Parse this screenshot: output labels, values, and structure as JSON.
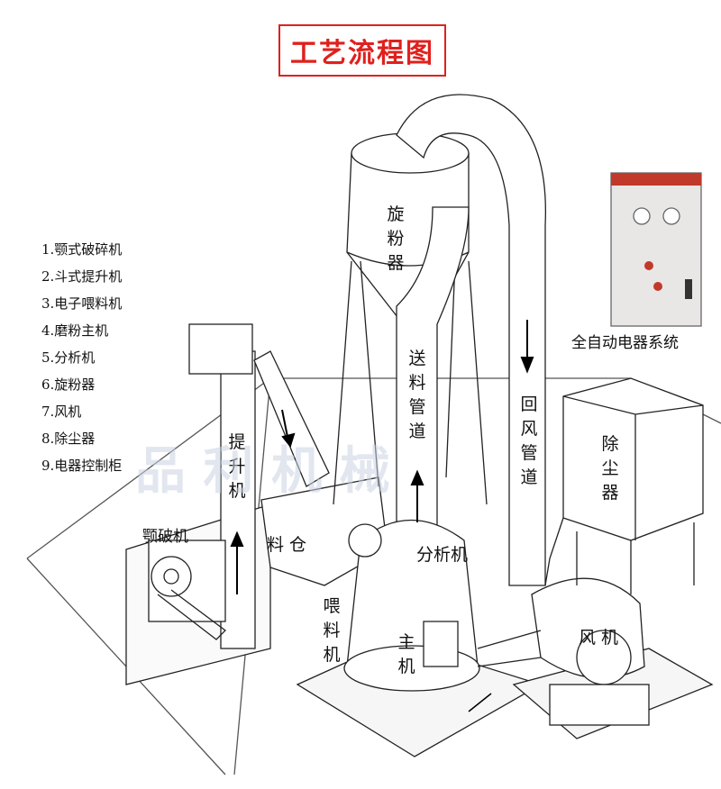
{
  "title": "工艺流程图",
  "legend": [
    "1.颚式破碎机",
    "2.斗式提升机",
    "3.电子喂料机",
    "4.磨粉主机",
    "5.分析机",
    "6.旋粉器",
    "7.风机",
    "8.除尘器",
    "9.电器控制柜"
  ],
  "labels": {
    "cyclone": "旋粉器",
    "feed_pipe": "送料管道",
    "return_pipe": "回风管道",
    "elevator": "提升机",
    "silo": "料 仓",
    "classifier": "分析机",
    "jaw_crusher": "颚破机",
    "feeder": "喂料机",
    "main_mill": "主机",
    "fan": "风机",
    "dust_collector": "除尘器",
    "control_cabinet": "全自动电器系统"
  },
  "watermark": "品 利 机 械",
  "colors": {
    "title": "#e0201c",
    "line": "#222222",
    "watermark": "#c9d3e3"
  }
}
